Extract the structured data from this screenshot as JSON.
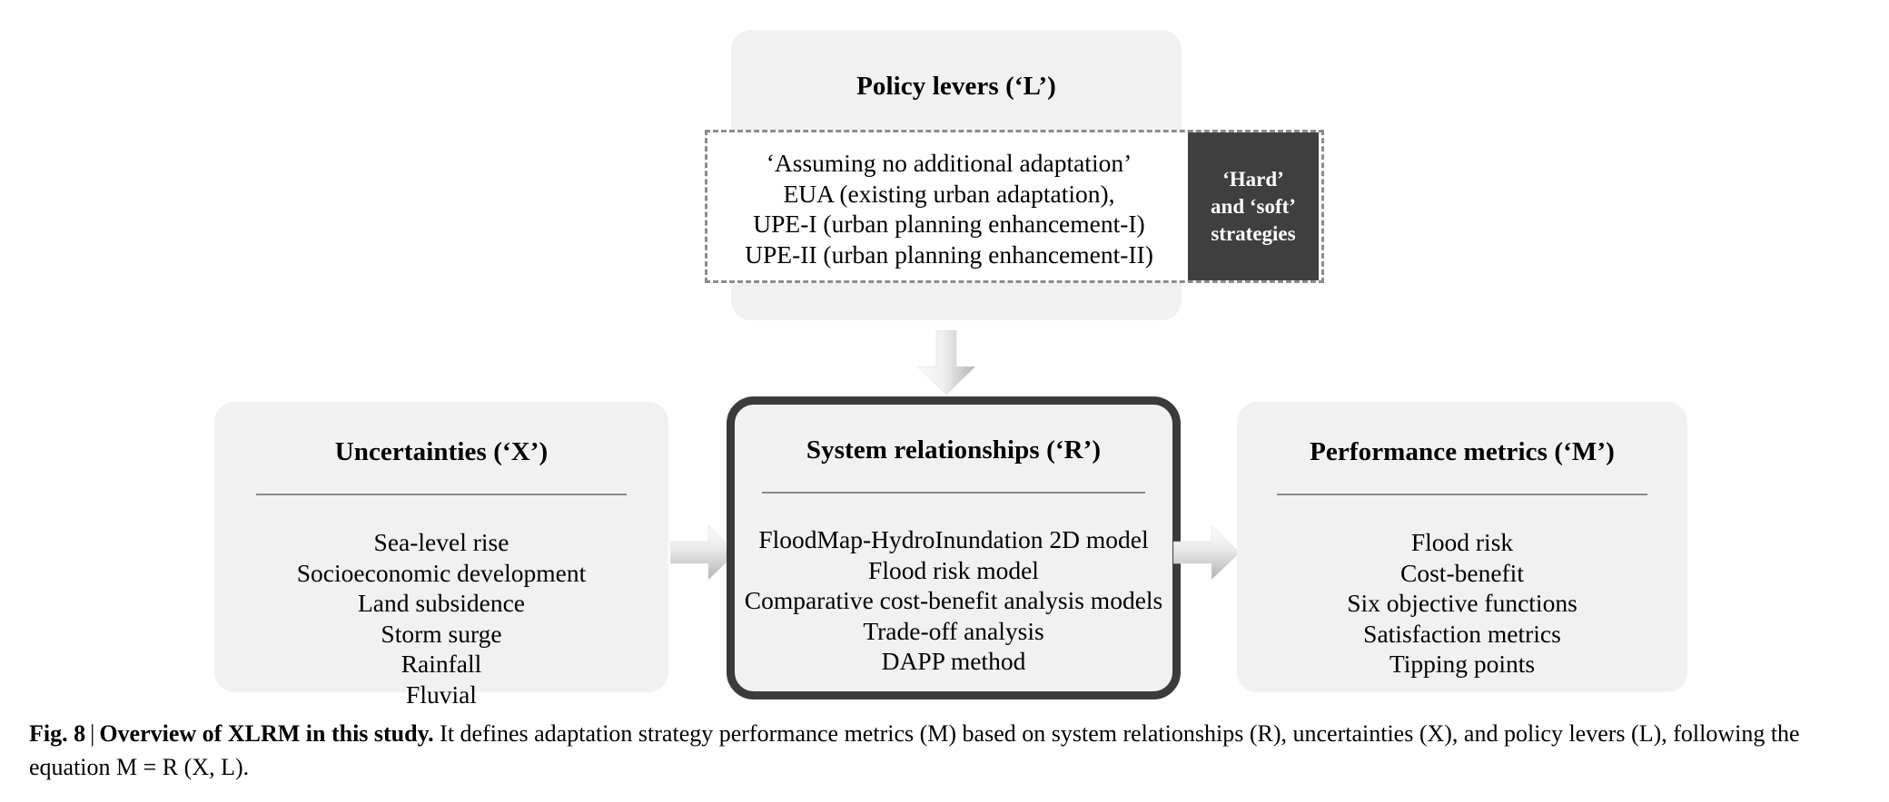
{
  "figure": {
    "policy": {
      "title": "Policy levers (‘L’)",
      "levers": [
        "‘Assuming no additional adaptation’",
        "EUA (existing urban adaptation),",
        "UPE-I (urban planning enhancement-I)",
        "UPE-II (urban planning enhancement-II)"
      ],
      "hard_soft_label": "‘Hard’ and ‘soft’ strategies",
      "hard_soft_lines": [
        "‘Hard’",
        "and ‘soft’",
        "strategies"
      ]
    },
    "uncertainties": {
      "title": "Uncertainties (‘X’)",
      "items": [
        "Sea-level rise",
        "Socioeconomic development",
        "Land subsidence",
        "Storm surge",
        "Rainfall",
        "Fluvial"
      ]
    },
    "system_relationships": {
      "title": "System relationships (‘R’)",
      "items": [
        "FloodMap-HydroInundation 2D model",
        "Flood risk model",
        "Comparative cost-benefit analysis models",
        "Trade-off analysis",
        "DAPP method"
      ]
    },
    "performance_metrics": {
      "title": "Performance metrics (‘M’)",
      "items": [
        "Flood risk",
        "Cost-benefit",
        "Six objective functions",
        "Satisfaction metrics",
        "Tipping points"
      ]
    },
    "arrows": {
      "down": "arrow-down-icon",
      "x_to_r": "arrow-right-icon",
      "r_to_m": "arrow-right-icon"
    }
  },
  "caption": {
    "figure_label": "Fig. 8",
    "separator": "|",
    "bold_title": "Overview of XLRM in this study.",
    "body": " It defines adaptation strategy performance metrics (M) based on system relationships (R), uncertainties (X), and policy levers (L), following the equation M = R (X, L)."
  },
  "colors": {
    "card_bg": "#f1f1f1",
    "page_bg": "#ffffff",
    "dark_block": "#3f3f3f",
    "system_border": "#3b3b3b",
    "rule": "#8a8a8a",
    "dashed_border": "#8c8c8c",
    "arrow_light": "#f2f2f2",
    "arrow_dark": "#b9b9b9",
    "text": "#000000"
  }
}
